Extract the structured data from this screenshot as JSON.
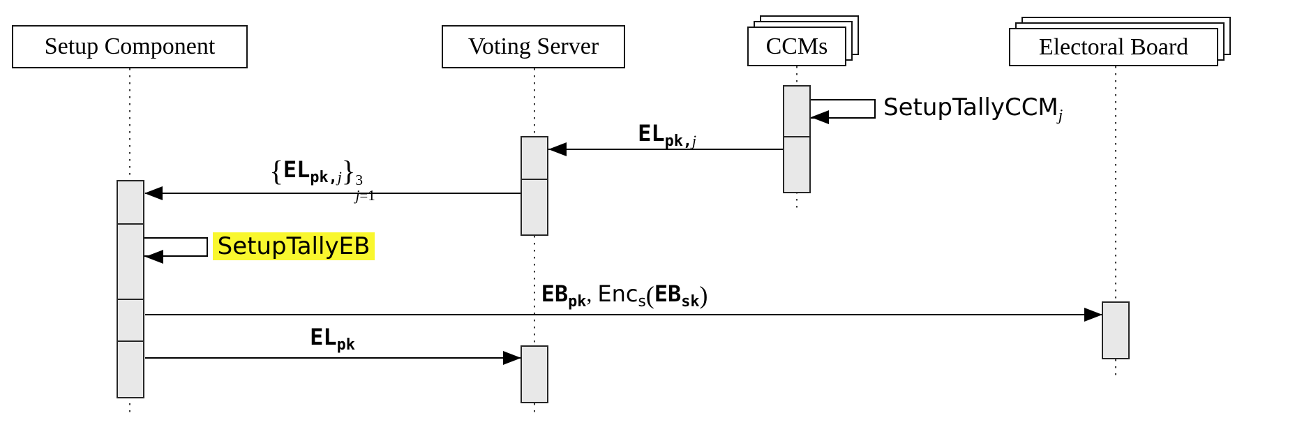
{
  "diagram_type": "sequence-diagram",
  "actors": [
    {
      "name": "Setup Component",
      "multi_instance": false
    },
    {
      "name": "Voting Server",
      "multi_instance": false
    },
    {
      "name": "CCMs",
      "multi_instance": true
    },
    {
      "name": "Electoral Board",
      "multi_instance": true
    }
  ],
  "messages": [
    {
      "text": "SetupTallyCCM_j",
      "kind": "self-call",
      "actor": "CCMs",
      "highlighted": false
    },
    {
      "text": "EL_pk,j",
      "kind": "arrow",
      "from": "CCMs",
      "to": "Voting Server",
      "highlighted": false
    },
    {
      "text": "{EL_pk,j}_(j=1)^3",
      "kind": "arrow",
      "from": "Voting Server",
      "to": "Setup Component",
      "highlighted": false
    },
    {
      "text": "SetupTallyEB",
      "kind": "self-call",
      "actor": "Setup Component",
      "highlighted": true
    },
    {
      "text": "EB_pk, Enc_s(EB_sk)",
      "kind": "arrow",
      "from": "Setup Component",
      "to": "Electoral Board",
      "highlighted": false
    },
    {
      "text": "EL_pk",
      "kind": "arrow",
      "from": "Setup Component",
      "to": "Voting Server",
      "highlighted": false
    }
  ],
  "labels": {
    "setup_tally_ccm": {
      "parts": [
        {
          "t": "SetupTallyCCM",
          "c": "sf"
        },
        {
          "t": "j",
          "c": "it sub"
        }
      ]
    },
    "el_pk_j": {
      "parts": [
        {
          "t": "EL",
          "c": "tt"
        },
        {
          "t": "pk,",
          "c": "tt sub"
        },
        {
          "t": "j",
          "c": "it sub"
        }
      ]
    },
    "el_pk_set": {
      "parts": [
        {
          "t": "{",
          "c": "brace"
        },
        {
          "t": "EL",
          "c": "tt"
        },
        {
          "t": "pk,",
          "c": "tt sub"
        },
        {
          "t": "j",
          "c": "it sub"
        },
        {
          "t": "}",
          "c": "brace"
        },
        {
          "stack": {
            "top": [
              {
                "t": "3",
                "c": "rm"
              }
            ],
            "bottom": [
              {
                "t": "j",
                "c": "it"
              },
              {
                "t": "=1",
                "c": "rm"
              }
            ]
          }
        }
      ]
    },
    "setup_tally_eb": {
      "parts": [
        {
          "t": "SetupTallyEB",
          "c": "sf"
        }
      ]
    },
    "eb_pk_enc": {
      "parts": [
        {
          "t": "EB",
          "c": "tt"
        },
        {
          "t": "pk",
          "c": "tt sub"
        },
        {
          "t": ", ",
          "c": "rm"
        },
        {
          "t": "Enc",
          "c": "sf"
        },
        {
          "t": "s",
          "c": "sf sub"
        },
        {
          "t": "(",
          "c": "paren"
        },
        {
          "t": "EB",
          "c": "tt"
        },
        {
          "t": "sk",
          "c": "tt sub"
        },
        {
          "t": ")",
          "c": "paren"
        }
      ]
    },
    "el_pk": {
      "parts": [
        {
          "t": "EL",
          "c": "tt"
        },
        {
          "t": "pk",
          "c": "tt sub"
        }
      ]
    }
  },
  "colors": {
    "background": "#ffffff",
    "activation_fill": "#e8e8e8",
    "activation_border": "#262626",
    "line": "#000000",
    "highlight": "#f9f72e"
  }
}
